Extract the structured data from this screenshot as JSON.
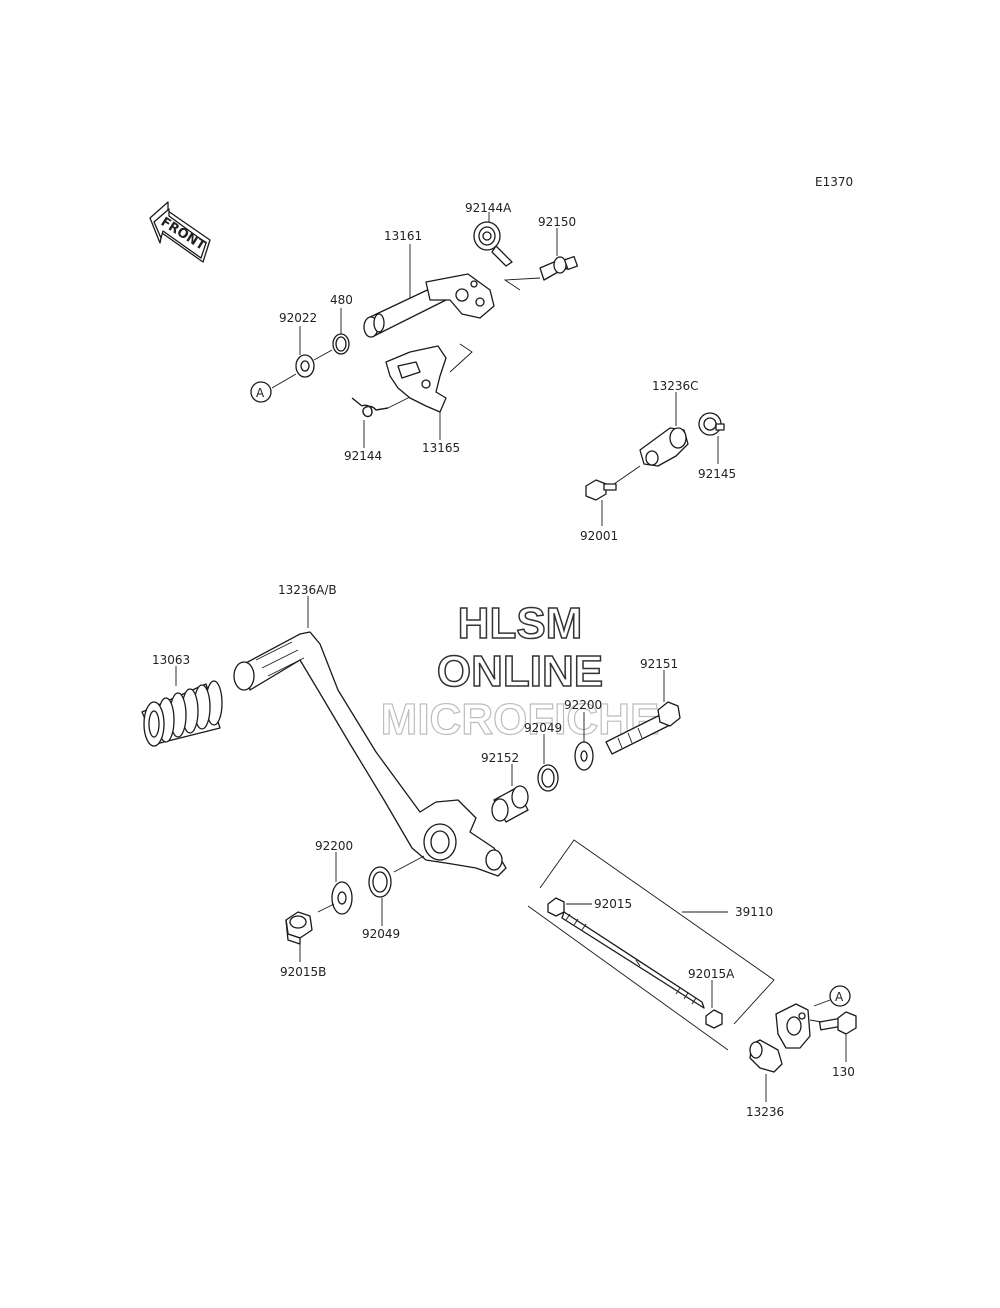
{
  "diagram": {
    "code": "E1370",
    "front_label": "FRONT",
    "ref_marker": "A",
    "watermark": [
      "HLSM",
      "ONLINE",
      "MICROFICHE"
    ]
  },
  "parts": {
    "p92144A": "92144A",
    "p92150": "92150",
    "p13161": "13161",
    "p480": "480",
    "p92022": "92022",
    "p92144": "92144",
    "p13165": "13165",
    "p13236C": "13236C",
    "p92145": "92145",
    "p92001": "92001",
    "p13236AB": "13236A/B",
    "p13063": "13063",
    "p92151": "92151",
    "p92200a": "92200",
    "p92049a": "92049",
    "p92152": "92152",
    "p92200b": "92200",
    "p92049b": "92049",
    "p92015B": "92015B",
    "p92015": "92015",
    "p39110": "39110",
    "p92015A": "92015A",
    "p130": "130",
    "p13236": "13236"
  }
}
